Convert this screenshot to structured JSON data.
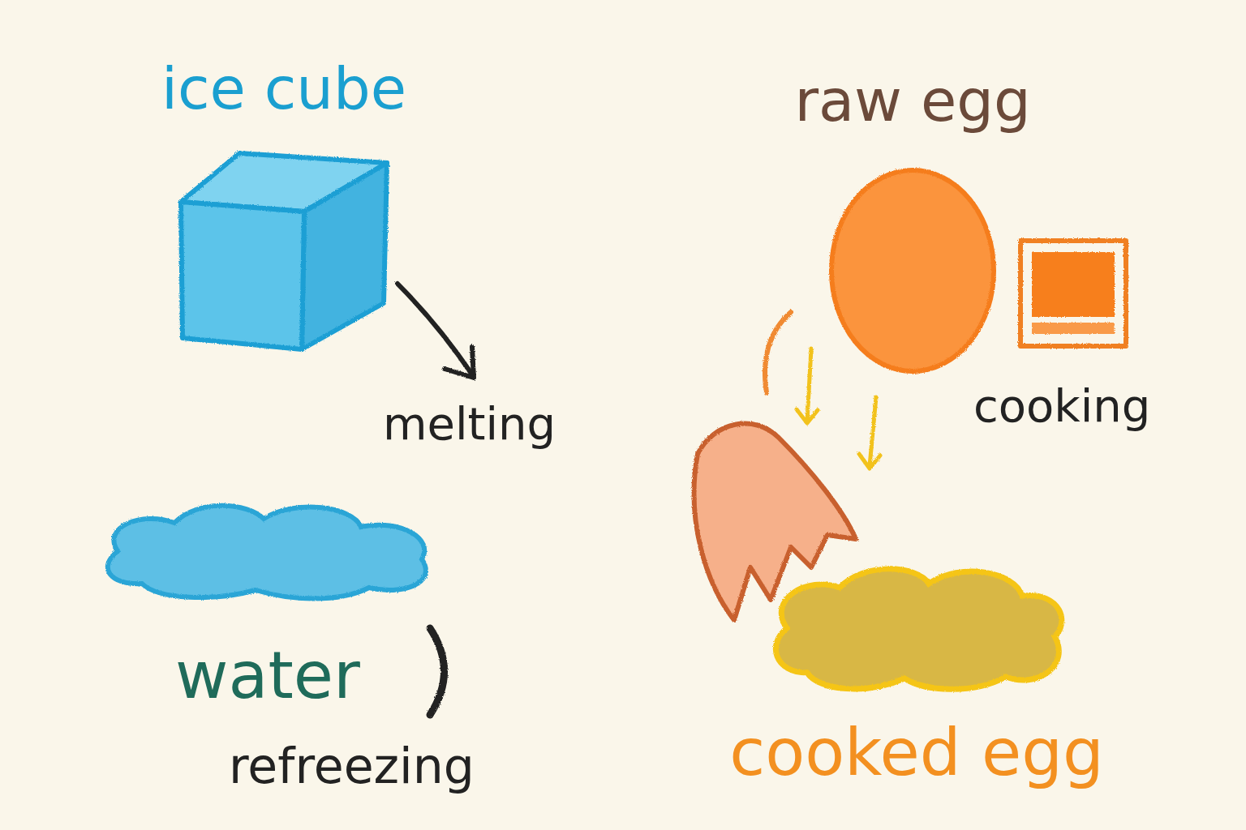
{
  "diagram": {
    "nodes": [
      {
        "text": [
          "ice cube"
        ]
      },
      {
        "text": [
          "water"
        ]
      },
      {
        "text": [
          "raw egg"
        ]
      },
      {
        "text": [
          "cooked egg"
        ]
      }
    ],
    "edges": [
      {
        "from": 0,
        "to": 1,
        "arrow": "to",
        "label": "melting"
      },
      {
        "from": 2,
        "to": 3,
        "arrow": "to",
        "label": "cooking"
      }
    ],
    "labels": [
      "refreezing"
    ]
  }
}
